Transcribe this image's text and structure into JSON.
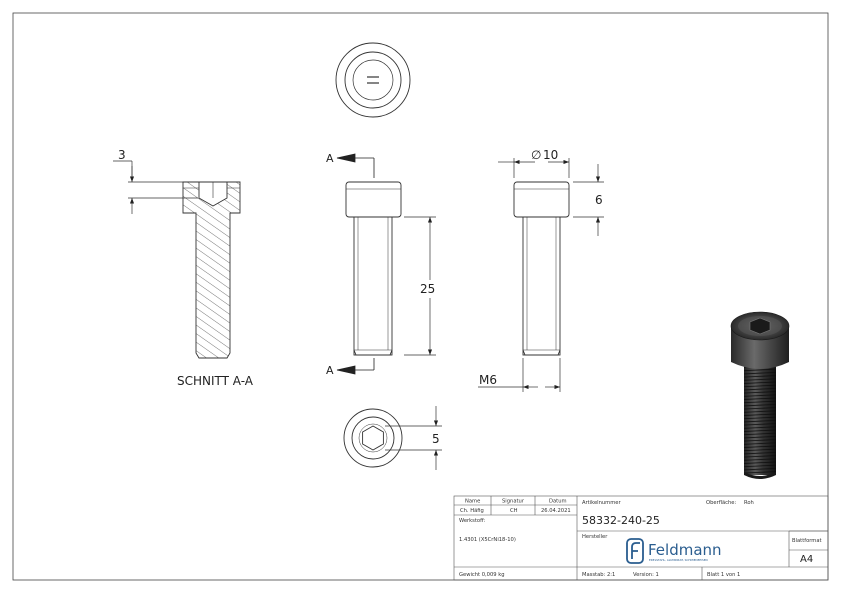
{
  "dimensions": {
    "head_height_section": "3",
    "diameter": "10",
    "head_height": "6",
    "length": "25",
    "thread": "M6",
    "hex_size": "5"
  },
  "symbols": {
    "diameter": "∅"
  },
  "labels": {
    "section_marker_top": "A",
    "section_marker_bottom": "A",
    "section_title": "SCHNITT A-A"
  },
  "title_block": {
    "h_name": "Name",
    "h_signatur": "Signatur",
    "h_datum": "Datum",
    "name": "Ch. Häfig",
    "signatur": "CH",
    "datum": "26.04.2021",
    "artikelnummer_label": "Artikelnummer",
    "artikelnummer": "58332-240-25",
    "oberflaeche_label": "Oberfläche:",
    "oberflaeche": "Roh",
    "werkstoff_label": "Werkstoff:",
    "werkstoff": "1.4301 (X5CrNi18-10)",
    "hersteller_label": "Hersteller",
    "company": "Feldmann",
    "company_tagline": "EDELSTAHL, ALUMINIUM, SCHMIEDEEISEN",
    "blattformat_label": "Blattformat",
    "blattformat": "A4",
    "gewicht": "Gewicht 0,009 kg",
    "massstab": "Masstab: 2:1",
    "version": "Version: 1",
    "blatt": "Blatt 1 von 1"
  },
  "colors": {
    "brand": "#2a5d8f",
    "line": "#2b2b2b"
  }
}
